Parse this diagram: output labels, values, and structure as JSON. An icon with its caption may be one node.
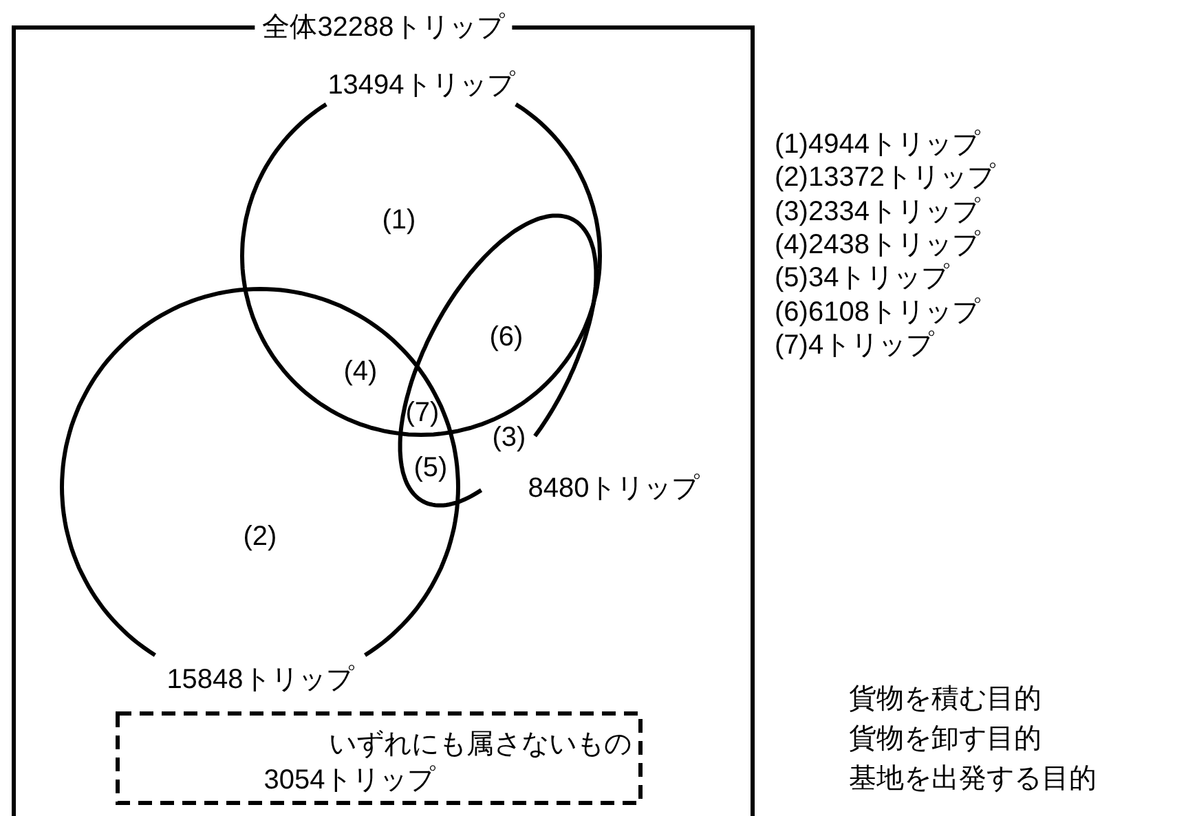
{
  "diagram": {
    "nodes": [
      {
        "text": [
          "全体32288トリップ"
        ]
      },
      {
        "text": [
          "13494トリップ"
        ],
        "in": 0
      },
      {
        "text": [
          "15848トリップ"
        ],
        "in": 0
      },
      {
        "text": [
          "8480トリップ"
        ],
        "in": 0
      },
      {
        "text": [
          "いずれにも属さないもの",
          "3054トリップ"
        ],
        "in": 0
      }
    ],
    "edges": [],
    "labels": [
      "(1)",
      "(6)",
      "(4)",
      "(7)",
      "(3)",
      "(5)",
      "(2)",
      "(1)4944トリップ",
      "(2)13372トリップ",
      "(3)2334トリップ",
      "(4)2438トリップ",
      "(5)34トリップ",
      "(6)6108トリップ",
      "(7)4トリップ",
      "貨物を積む目的",
      "貨物を卸す目的",
      "基地を出発する目的"
    ]
  }
}
